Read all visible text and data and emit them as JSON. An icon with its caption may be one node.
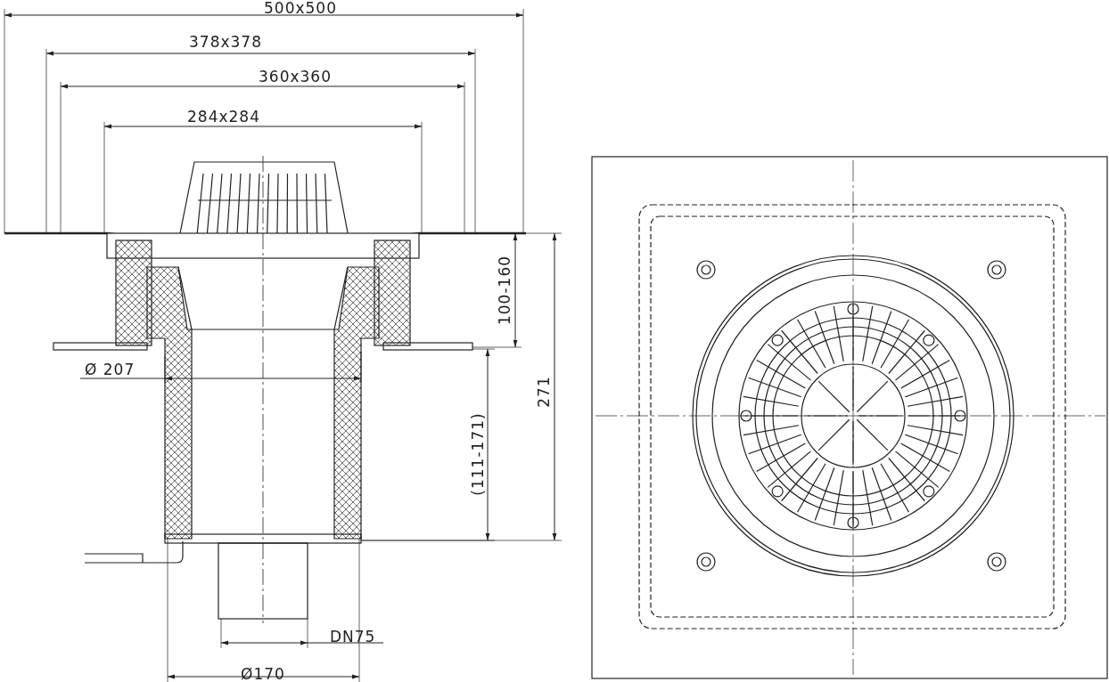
{
  "diagram": {
    "labels": [
      "500x500",
      "378x378",
      "360x360",
      "284x284",
      "100-160",
      "Ø 207",
      "271",
      "(111-171)",
      "DN75",
      "Ø170"
    ]
  }
}
